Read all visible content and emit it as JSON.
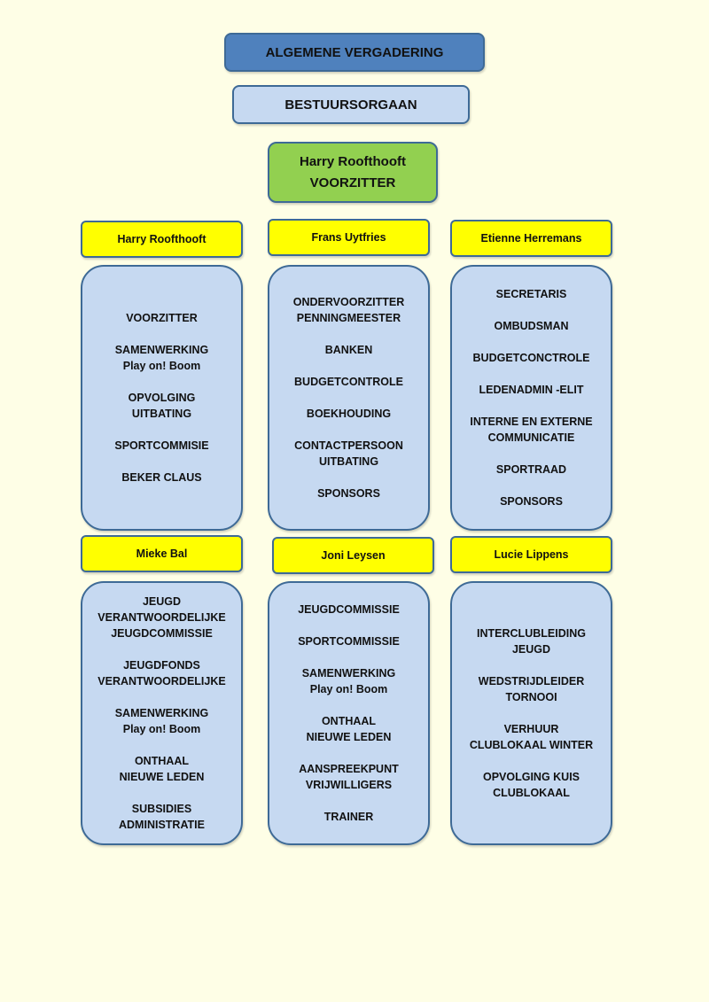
{
  "header": {
    "general_assembly": "ALGEMENE VERGADERING",
    "board": "BESTUURSORGAAN",
    "chair_name": "Harry Roofthooft",
    "chair_role": "VOORZITTER"
  },
  "members": [
    {
      "name": "Harry Roofthooft",
      "tasks": [
        [
          "VOORZITTER"
        ],
        [
          "SAMENWERKING",
          "Play on! Boom"
        ],
        [
          "OPVOLGING",
          "UITBATING"
        ],
        [
          "SPORTCOMMISIE"
        ],
        [
          "BEKER CLAUS"
        ]
      ]
    },
    {
      "name": "Frans Uytfries",
      "tasks": [
        [
          "ONDERVOORZITTER",
          "PENNINGMEESTER"
        ],
        [
          "BANKEN"
        ],
        [
          "BUDGETCONTROLE"
        ],
        [
          "BOEKHOUDING"
        ],
        [
          "CONTACTPERSOON",
          "UITBATING"
        ],
        [
          "SPONSORS"
        ]
      ]
    },
    {
      "name": "Etienne Herremans",
      "tasks": [
        [
          "SECRETARIS"
        ],
        [
          "OMBUDSMAN"
        ],
        [
          "BUDGETCONCTROLE"
        ],
        [
          "LEDENADMIN -ELIT"
        ],
        [
          "INTERNE EN EXTERNE",
          "COMMUNICATIE"
        ],
        [
          "SPORTRAAD"
        ],
        [
          "SPONSORS"
        ]
      ]
    },
    {
      "name": "Mieke Bal",
      "tasks": [
        [
          "JEUGD",
          "VERANTWOORDELIJKE",
          "JEUGDCOMMISSIE"
        ],
        [
          "JEUGDFONDS",
          "VERANTWOORDELIJKE"
        ],
        [
          "SAMENWERKING",
          "Play on! Boom"
        ],
        [
          "ONTHAAL",
          "NIEUWE LEDEN"
        ],
        [
          "SUBSIDIES",
          "ADMINISTRATIE"
        ]
      ]
    },
    {
      "name": "Joni Leysen",
      "tasks": [
        [
          "JEUGDCOMMISSIE"
        ],
        [
          "SPORTCOMMISSIE"
        ],
        [
          "SAMENWERKING",
          "Play on! Boom"
        ],
        [
          "ONTHAAL",
          "NIEUWE LEDEN"
        ],
        [
          "AANSPREEKPUNT",
          "VRIJWILLIGERS"
        ],
        [
          "TRAINER"
        ]
      ]
    },
    {
      "name": "Lucie Lippens",
      "tasks": [
        [
          "INTERCLUBLEIDING",
          "JEUGD"
        ],
        [
          "WEDSTRIJDLEIDER",
          "TORNOOI"
        ],
        [
          "VERHUUR",
          "CLUBLOKAAL WINTER"
        ],
        [
          "OPVOLGING KUIS",
          "CLUBLOKAAL"
        ]
      ]
    }
  ]
}
